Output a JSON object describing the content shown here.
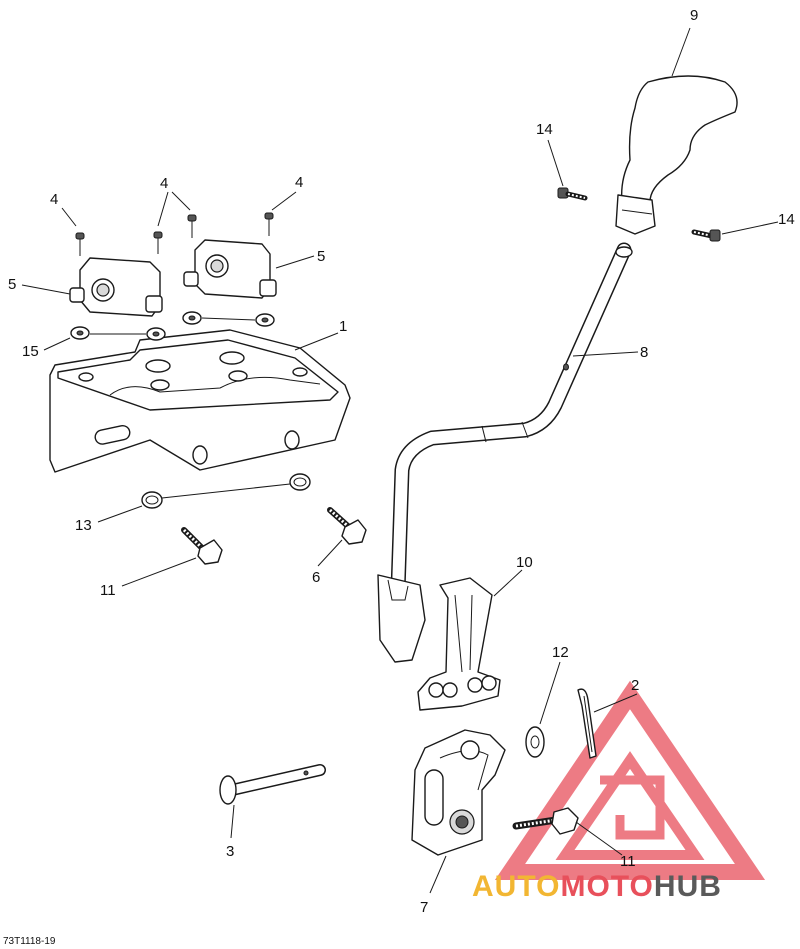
{
  "diagram": {
    "callouts": [
      {
        "id": "c1",
        "label": "1"
      },
      {
        "id": "c2",
        "label": "2"
      },
      {
        "id": "c3",
        "label": "3"
      },
      {
        "id": "c4a",
        "label": "4"
      },
      {
        "id": "c4b",
        "label": "4"
      },
      {
        "id": "c4c",
        "label": "4"
      },
      {
        "id": "c5a",
        "label": "5"
      },
      {
        "id": "c5b",
        "label": "5"
      },
      {
        "id": "c6",
        "label": "6"
      },
      {
        "id": "c7",
        "label": "7"
      },
      {
        "id": "c8",
        "label": "8"
      },
      {
        "id": "c9",
        "label": "9"
      },
      {
        "id": "c10",
        "label": "10"
      },
      {
        "id": "c11a",
        "label": "11"
      },
      {
        "id": "c11b",
        "label": "11"
      },
      {
        "id": "c12",
        "label": "12"
      },
      {
        "id": "c13",
        "label": "13"
      },
      {
        "id": "c14a",
        "label": "14"
      },
      {
        "id": "c14b",
        "label": "14"
      },
      {
        "id": "c15",
        "label": "15"
      }
    ],
    "figure_code": "73T1118-19"
  },
  "watermark": {
    "part1": "AUTO",
    "part2": "MOTO",
    "part3": "HUB",
    "colors": {
      "part1": "#f2b632",
      "part2": "#e8505b",
      "part3": "#5a5a5a",
      "triangle": "#e8505b"
    }
  }
}
